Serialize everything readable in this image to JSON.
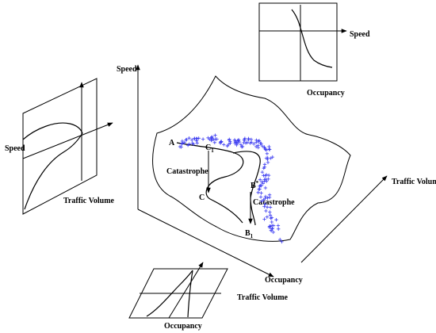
{
  "labels": {
    "speed": "Speed",
    "traffic_volume": "Traffic Volume",
    "occupancy": "Occupancy"
  },
  "points": {
    "a": "A",
    "c1": "C",
    "c1_sub": "1",
    "b_star": "B",
    "b_star_sup": "*",
    "c": "C",
    "b1": "B",
    "b1_sub": "1"
  },
  "annotations": {
    "catastrophe_left": "Catastrophe",
    "catastrophe_right": "Catastrophe"
  },
  "colors": {
    "data_points": "#3a3af0"
  }
}
